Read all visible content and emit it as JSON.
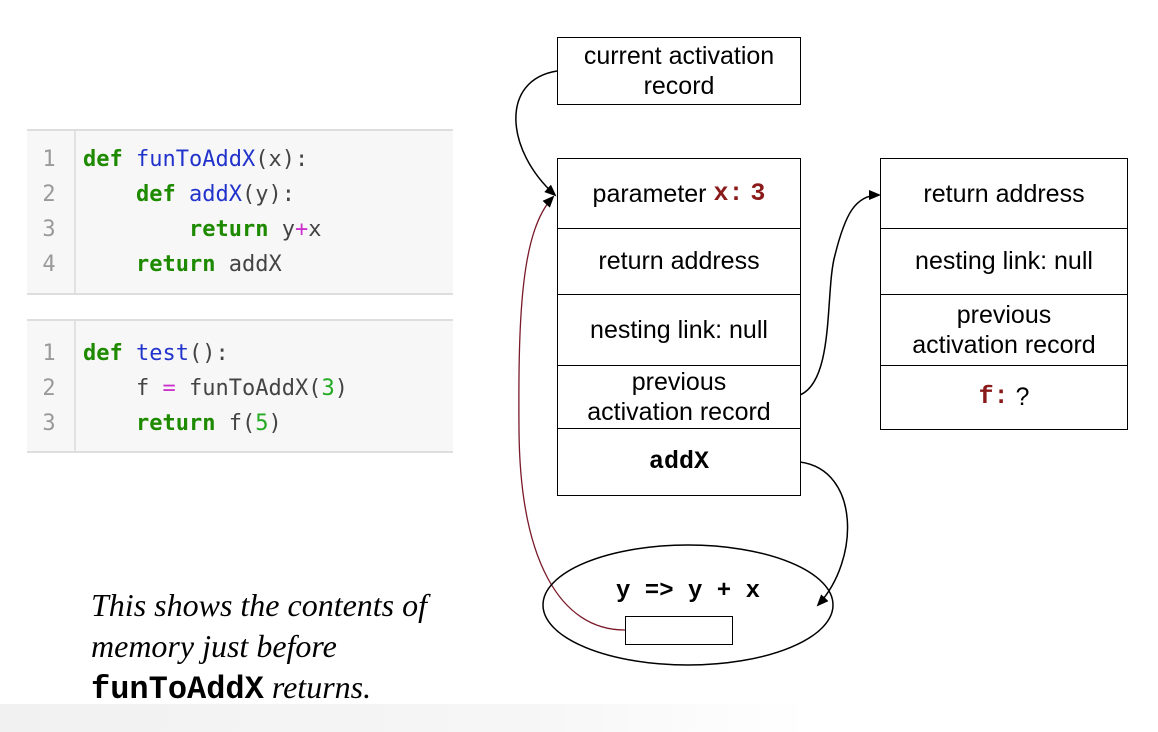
{
  "code_block_1": {
    "lines": [
      {
        "num": "1",
        "parts": [
          {
            "t": "def",
            "c": "kw"
          },
          {
            "t": " ",
            "c": "plain"
          },
          {
            "t": "funToAddX",
            "c": "fn"
          },
          {
            "t": "(x):",
            "c": "plain"
          }
        ]
      },
      {
        "num": "2",
        "parts": [
          {
            "t": "    ",
            "c": "plain"
          },
          {
            "t": "def",
            "c": "kw"
          },
          {
            "t": " ",
            "c": "plain"
          },
          {
            "t": "addX",
            "c": "fn"
          },
          {
            "t": "(y):",
            "c": "plain"
          }
        ]
      },
      {
        "num": "3",
        "parts": [
          {
            "t": "        ",
            "c": "plain"
          },
          {
            "t": "return",
            "c": "kw"
          },
          {
            "t": " y",
            "c": "plain"
          },
          {
            "t": "+",
            "c": "op"
          },
          {
            "t": "x",
            "c": "plain"
          }
        ]
      },
      {
        "num": "4",
        "parts": [
          {
            "t": "    ",
            "c": "plain"
          },
          {
            "t": "return",
            "c": "kw"
          },
          {
            "t": " addX",
            "c": "plain"
          }
        ]
      }
    ]
  },
  "code_block_2": {
    "lines": [
      {
        "num": "1",
        "parts": [
          {
            "t": "def",
            "c": "kw"
          },
          {
            "t": " ",
            "c": "plain"
          },
          {
            "t": "test",
            "c": "fn"
          },
          {
            "t": "():",
            "c": "plain"
          }
        ]
      },
      {
        "num": "2",
        "parts": [
          {
            "t": "    f ",
            "c": "plain"
          },
          {
            "t": "=",
            "c": "op"
          },
          {
            "t": " funToAddX(",
            "c": "plain"
          },
          {
            "t": "3",
            "c": "num"
          },
          {
            "t": ")",
            "c": "plain"
          }
        ]
      },
      {
        "num": "3",
        "parts": [
          {
            "t": "    ",
            "c": "plain"
          },
          {
            "t": "return",
            "c": "kw"
          },
          {
            "t": " f(",
            "c": "plain"
          },
          {
            "t": "5",
            "c": "num"
          },
          {
            "t": ")",
            "c": "plain"
          }
        ]
      }
    ]
  },
  "current_record": {
    "label_line1": "current activation",
    "label_line2": "record"
  },
  "funToAddX_record": {
    "param_label": "parameter",
    "param_name": "x:",
    "param_value": "3",
    "return_address": "return address",
    "nesting_link": "nesting link: null",
    "previous_line1": "previous",
    "previous_line2": "activation record",
    "addX_label": "addX"
  },
  "test_record": {
    "return_address": "return address",
    "nesting_link": "nesting link: null",
    "previous_line1": "previous",
    "previous_line2": "activation record",
    "f_name": "f:",
    "f_value": "?"
  },
  "closure": {
    "code": "y => y + x"
  },
  "caption": {
    "line1": "This shows the contents of",
    "line2": "memory just before",
    "code_word": "funToAddX",
    "tail": " returns."
  },
  "colors": {
    "value_red": "#8b1a1a",
    "keyword_green": "#1e8a00",
    "function_blue": "#2233cc",
    "number_green": "#22aa22",
    "operator_magenta": "#cc33cc",
    "nesting_link_wire": "#7a1a2a"
  }
}
